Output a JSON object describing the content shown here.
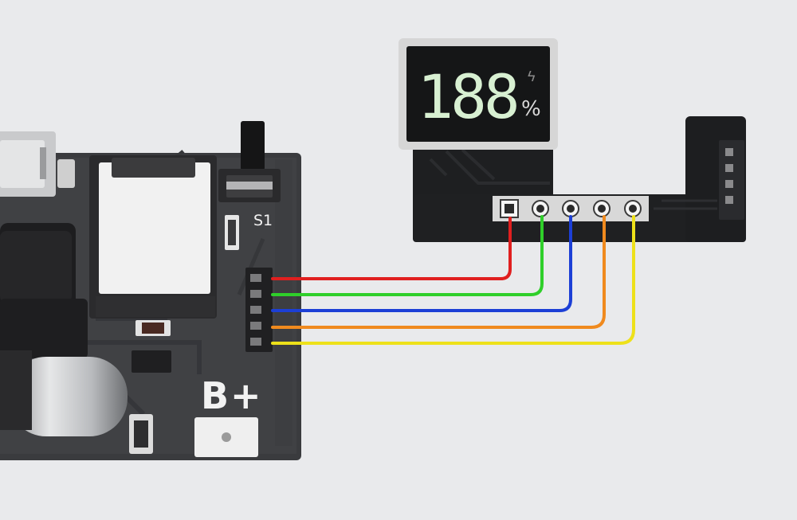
{
  "board": {
    "switch_label": "S1",
    "battery_label": "B+"
  },
  "display": {
    "digits": "188",
    "unit": "%"
  },
  "wires": [
    {
      "color": "red",
      "hex": "#e01f1f"
    },
    {
      "color": "green",
      "hex": "#2fcf2a"
    },
    {
      "color": "blue",
      "hex": "#1c3fd6"
    },
    {
      "color": "orange",
      "hex": "#f08a1e"
    },
    {
      "color": "yellow",
      "hex": "#eee11a"
    }
  ]
}
